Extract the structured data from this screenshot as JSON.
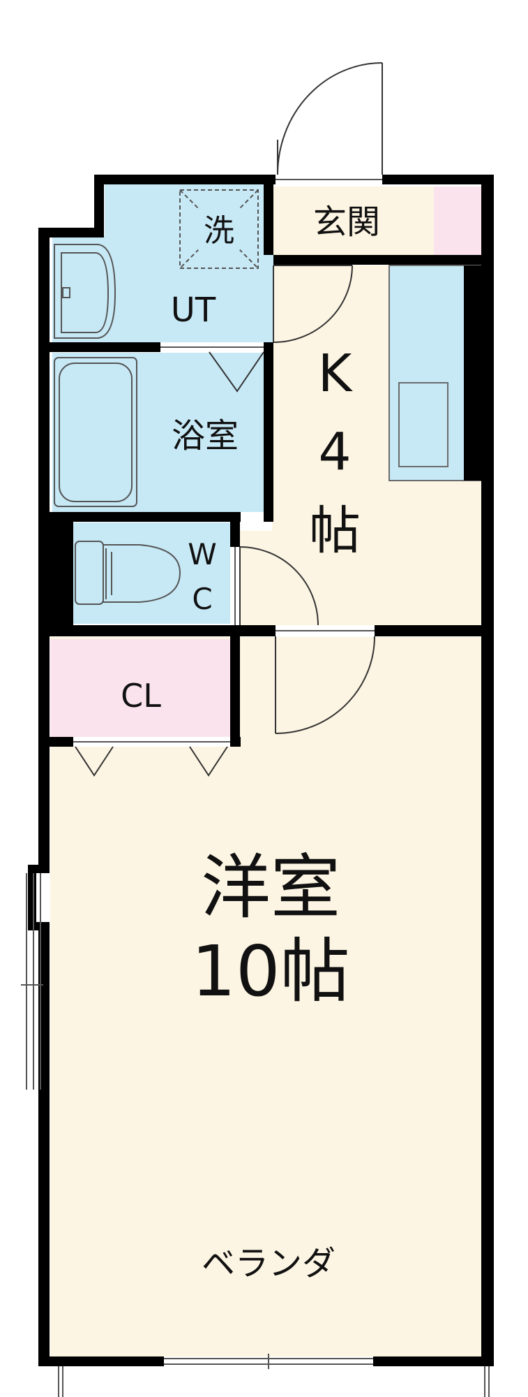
{
  "rooms": {
    "entrance": "玄関",
    "washer": "洗",
    "utility": "UT",
    "bath": "浴室",
    "wc_line1": "W",
    "wc_line2": "C",
    "closet": "CL",
    "kitchen_line1": "K",
    "kitchen_line2": "4",
    "kitchen_line3": "帖",
    "western_line1": "洋室",
    "western_line2": "10帖",
    "veranda": "ベランダ"
  },
  "colors": {
    "wet_area": "#c7e9f6",
    "living_area": "#fdf5e3",
    "storage": "#fae3ec",
    "wall": "#000000",
    "fixture_stroke": "#6a6a6a"
  }
}
